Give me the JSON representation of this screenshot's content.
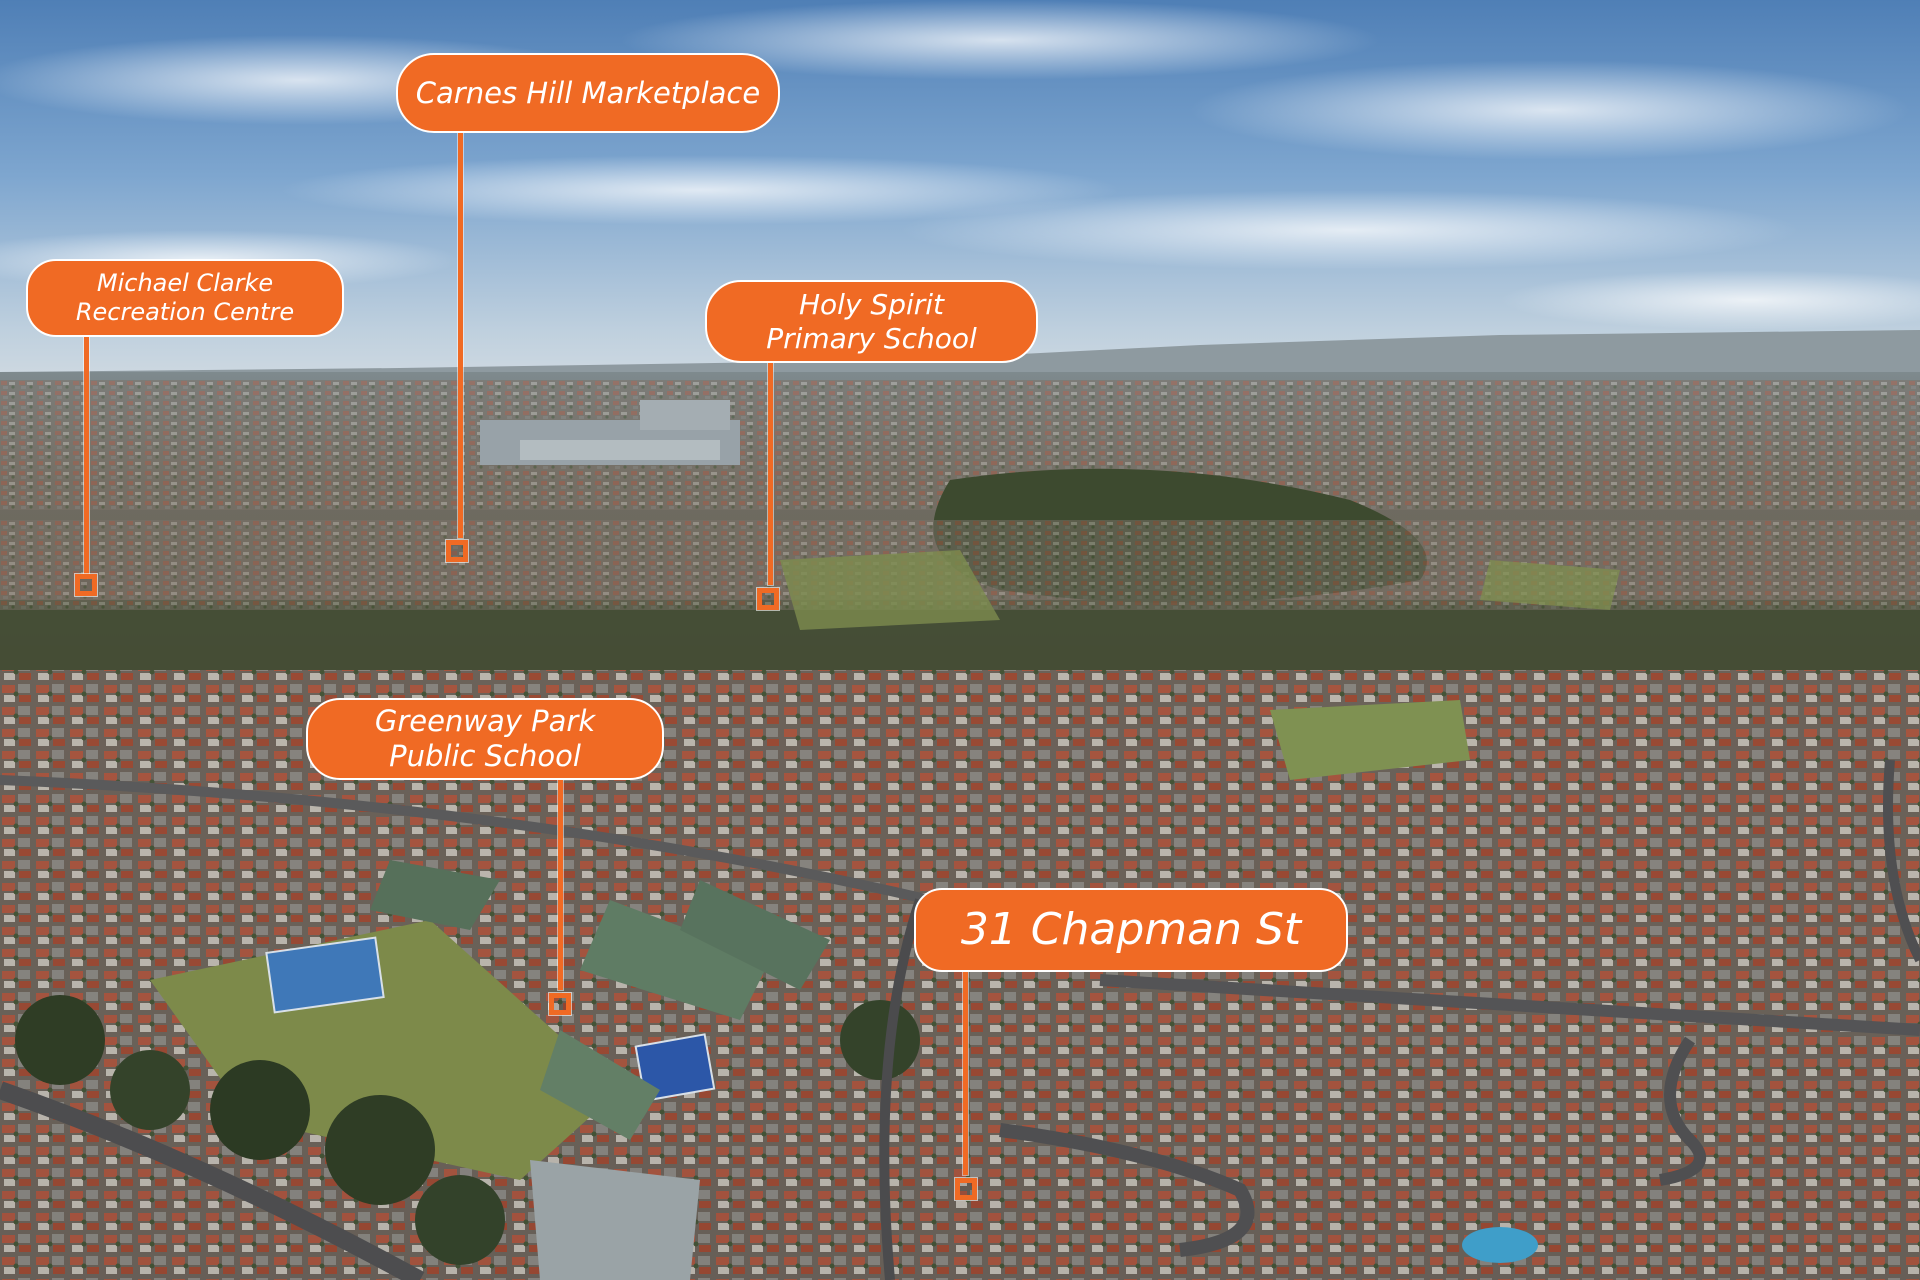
{
  "colors": {
    "callout": "#f06a24",
    "callout_text": "#ffffff",
    "sky_top": "#5a86b8",
    "sky_horizon": "#c9d6e0"
  },
  "callouts": [
    {
      "id": "carnes-hill",
      "lines": [
        "Carnes Hill Marketplace"
      ]
    },
    {
      "id": "michael-clarke",
      "lines": [
        "Michael Clarke",
        "Recreation Centre"
      ]
    },
    {
      "id": "holy-spirit",
      "lines": [
        "Holy Spirit",
        "Primary School"
      ]
    },
    {
      "id": "greenway-park",
      "lines": [
        "Greenway Park",
        "Public School"
      ]
    },
    {
      "id": "chapman-st",
      "lines": [
        "31 Chapman St"
      ]
    }
  ]
}
